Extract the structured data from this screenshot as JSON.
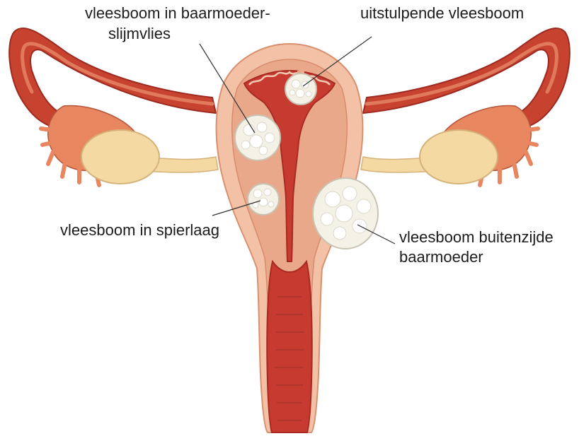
{
  "labels": {
    "submucosal": [
      "vleesboom in baarmoeder-",
      "slijmvlies"
    ],
    "pedunculated": "uitstulpende vleesboom",
    "intramural": "vleesboom in spierlaag",
    "subserosal": [
      "vleesboom buitenzijde",
      "baarmoeder"
    ]
  },
  "colors": {
    "tube": "#c8432f",
    "tube_light": "#e07a5d",
    "uterus_outer": "#f2c1a6",
    "uterus_mid": "#eaa88b",
    "cavity": "#c73a30",
    "cavity_edge": "#a82a22",
    "ovary": "#f5d9a2",
    "fibroid": "#f4f1e6",
    "fibroid_edge": "#c9c3b3",
    "pointer": "#333333"
  }
}
